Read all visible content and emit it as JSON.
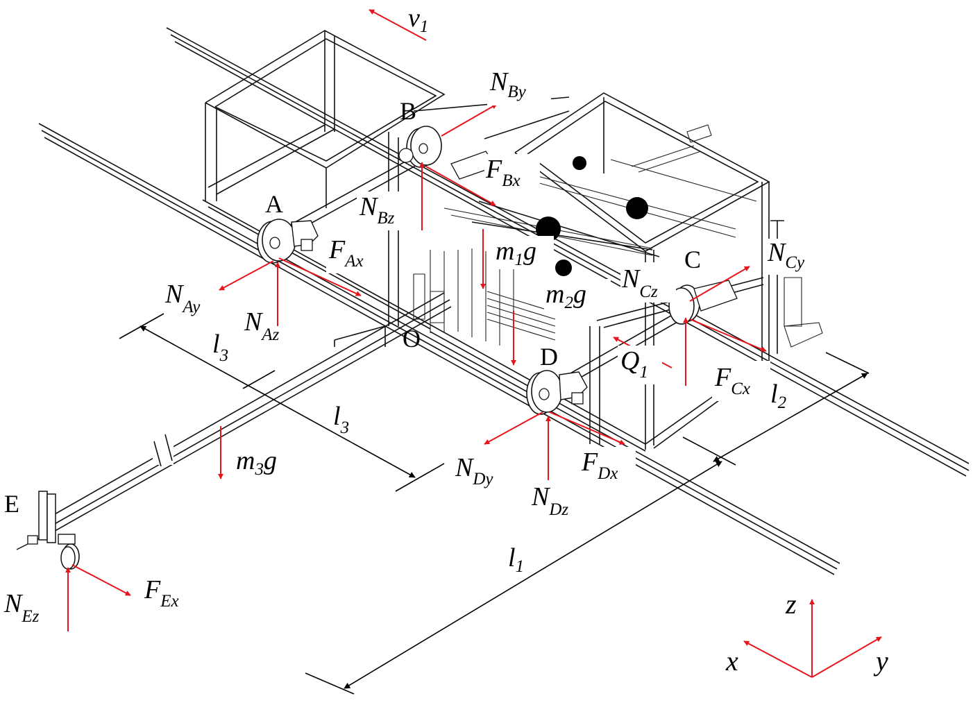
{
  "colors": {
    "force": "#e8141b",
    "line": "#111111",
    "background": "#ffffff"
  },
  "velocity": {
    "main": "v",
    "sub": "1"
  },
  "points": {
    "A": "A",
    "B": "B",
    "C": "C",
    "D": "D",
    "E": "E",
    "O": "O"
  },
  "forces": {
    "NBy": {
      "main": "N",
      "sub": "By"
    },
    "FBx": {
      "main": "F",
      "sub": "Bx"
    },
    "NBz": {
      "main": "N",
      "sub": "Bz"
    },
    "FAx": {
      "main": "F",
      "sub": "Ax"
    },
    "NAy": {
      "main": "N",
      "sub": "Ay"
    },
    "NAz": {
      "main": "N",
      "sub": "Az"
    },
    "NCy": {
      "main": "N",
      "sub": "Cy"
    },
    "NCz": {
      "main": "N",
      "sub": "Cz"
    },
    "FCx": {
      "main": "F",
      "sub": "Cx"
    },
    "NDy": {
      "main": "N",
      "sub": "Dy"
    },
    "NDz": {
      "main": "N",
      "sub": "Dz"
    },
    "FDx": {
      "main": "F",
      "sub": "Dx"
    },
    "NEz": {
      "main": "N",
      "sub": "Ez"
    },
    "FEx": {
      "main": "F",
      "sub": "Ex"
    }
  },
  "weights": {
    "m1g": {
      "a": "m",
      "sub": "1",
      "b": "g"
    },
    "m2g": {
      "a": "m",
      "sub": "2",
      "b": "g"
    },
    "m3g": {
      "a": "m",
      "sub": "3",
      "b": "g"
    },
    "Q1": {
      "main": "Q",
      "sub": "1"
    }
  },
  "dimensions": {
    "l3_upper": {
      "main": "l",
      "sub": "3"
    },
    "l3_lower": {
      "main": "l",
      "sub": "3"
    },
    "l2": {
      "main": "l",
      "sub": "2"
    },
    "l1": {
      "main": "l",
      "sub": "1"
    }
  },
  "axes": {
    "x": "x",
    "y": "y",
    "z": "z"
  }
}
